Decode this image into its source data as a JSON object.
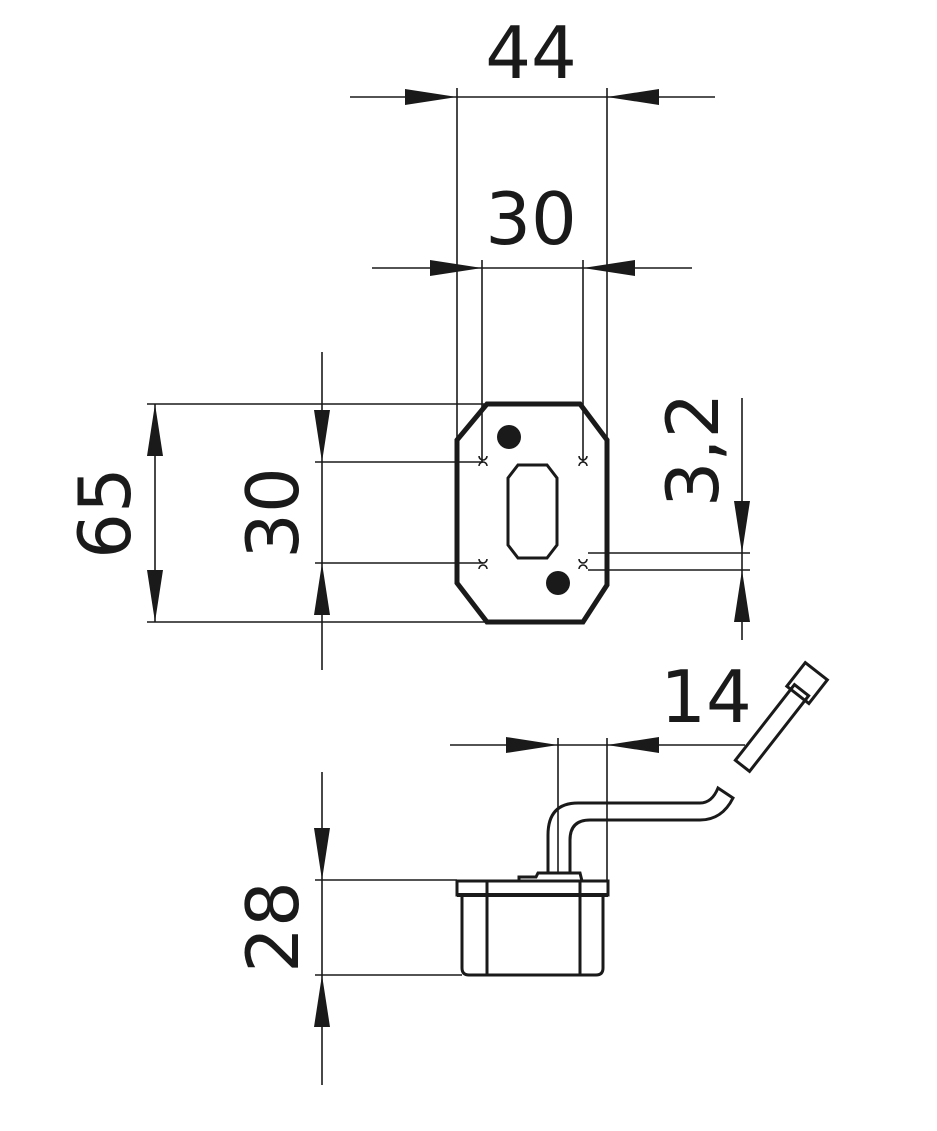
{
  "drawing": {
    "dimensions": {
      "width_outer": "44",
      "width_holes": "30",
      "height_outer": "65",
      "height_holes": "30",
      "hole_diameter": "3,2",
      "cable_offset": "14",
      "depth": "28"
    },
    "line_color": "#1a1a1a"
  }
}
